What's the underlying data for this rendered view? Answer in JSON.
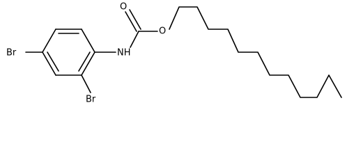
{
  "molecule": {
    "atoms": {
      "oxygen_carbonyl": "O",
      "oxygen_ester": "O",
      "nitrogen": "NH",
      "bromine_para": "Br",
      "bromine_ortho": "Br"
    },
    "colors": {
      "bond": "#000000",
      "label": "#000000",
      "background": "#ffffff"
    }
  }
}
